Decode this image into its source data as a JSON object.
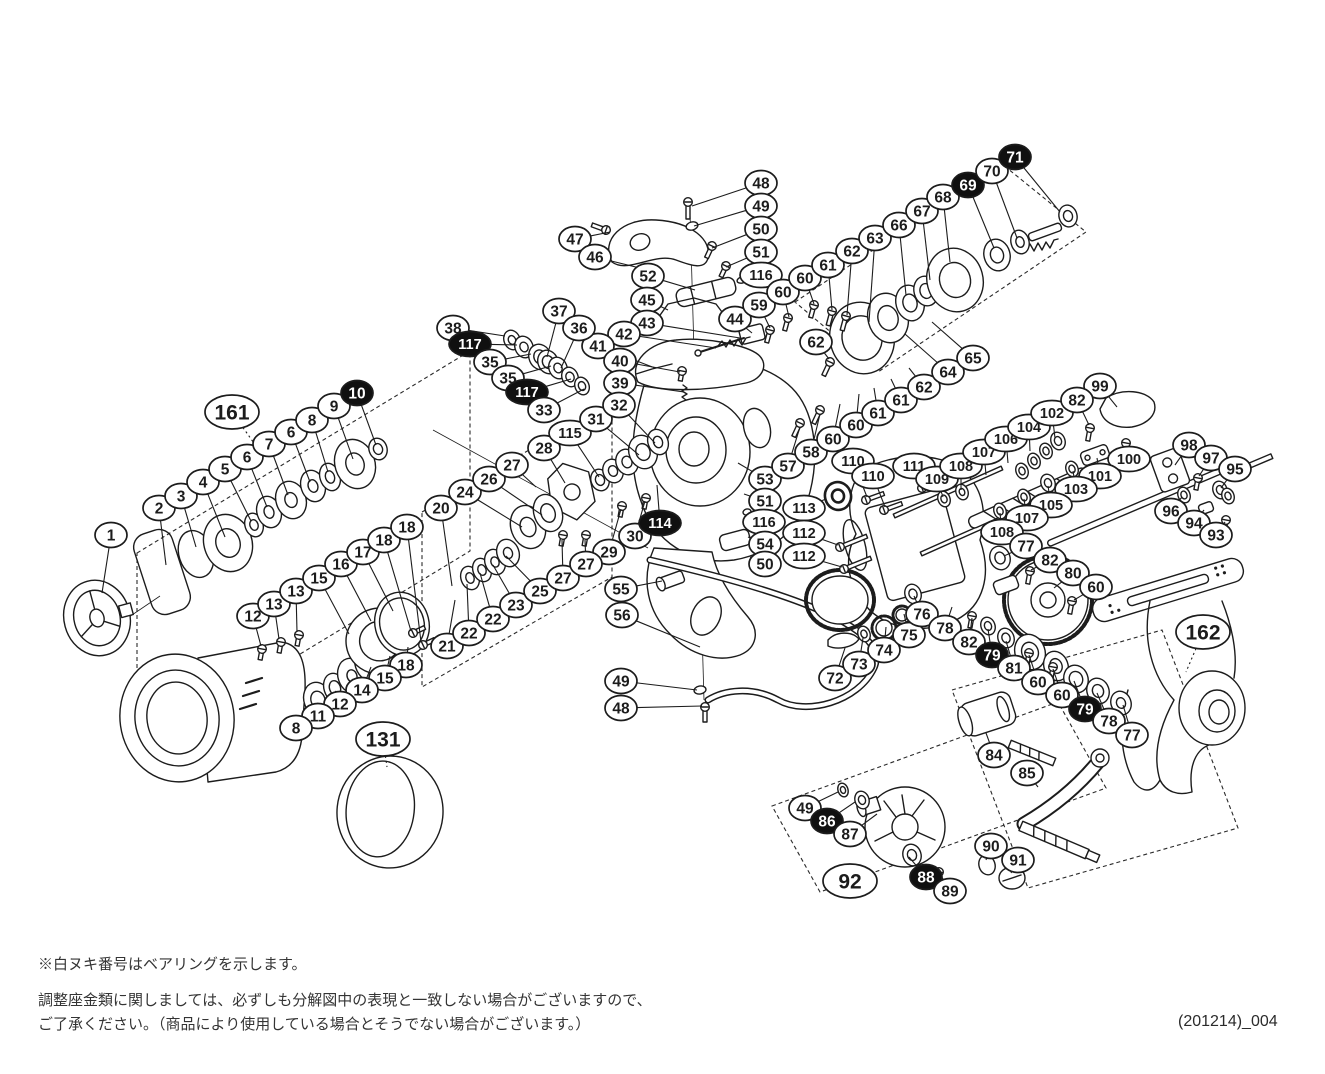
{
  "doc_code": "(201214)_004",
  "notes": {
    "line1": "※白ヌキ番号はベアリングを示します。",
    "line2": "調整座金類に関しましては、必ずしも分解図中の表現と一致しない場合がございますので、",
    "line3": "ご了承ください。（商品により使用している場合とそうでない場合がございます。）"
  },
  "legend": {
    "bearing_meaning": "白ヌキ番号（黒塗り楕円）はベアリング"
  },
  "colors": {
    "line": "#1c1c1c",
    "bearing_fill": "#101010",
    "callout_text": "#1c1c1c",
    "background": "#ffffff"
  },
  "callouts": [
    [
      "47",
      575,
      239,
      0,
      610,
      232
    ],
    [
      "46",
      595,
      257,
      0,
      640,
      268
    ],
    [
      "48",
      761,
      183,
      0,
      692,
      206
    ],
    [
      "49",
      761,
      206,
      0,
      694,
      226
    ],
    [
      "50",
      761,
      229,
      0,
      712,
      248
    ],
    [
      "51",
      761,
      252,
      0,
      726,
      267
    ],
    [
      "116",
      761,
      275,
      0,
      742,
      281
    ],
    [
      "52",
      648,
      276,
      0,
      695,
      290
    ],
    [
      "45",
      647,
      300,
      0,
      668,
      310
    ],
    [
      "43",
      647,
      323,
      0,
      740,
      338
    ],
    [
      "42",
      624,
      334,
      0,
      716,
      348
    ],
    [
      "41",
      598,
      346,
      0,
      655,
      368
    ],
    [
      "40",
      620,
      361,
      0,
      680,
      372
    ],
    [
      "39",
      620,
      383,
      0,
      684,
      392
    ],
    [
      "44",
      735,
      319,
      0,
      752,
      333
    ],
    [
      "59",
      759,
      305,
      0,
      770,
      328
    ],
    [
      "60",
      783,
      292,
      0,
      789,
      317
    ],
    [
      "60",
      805,
      278,
      0,
      814,
      304
    ],
    [
      "61",
      828,
      265,
      0,
      832,
      310
    ],
    [
      "62",
      852,
      251,
      0,
      847,
      315
    ],
    [
      "63",
      875,
      238,
      0,
      869,
      322
    ],
    [
      "66",
      899,
      225,
      0,
      906,
      295
    ],
    [
      "67",
      922,
      211,
      0,
      930,
      280
    ],
    [
      "68",
      943,
      197,
      0,
      950,
      262
    ],
    [
      "69",
      968,
      185,
      1,
      994,
      248
    ],
    [
      "70",
      992,
      171,
      0,
      1017,
      238
    ],
    [
      "71",
      1015,
      157,
      1,
      1060,
      212
    ],
    [
      "38",
      453,
      328,
      0,
      505,
      336
    ],
    [
      "117",
      470,
      344,
      1,
      517,
      345
    ],
    [
      "35",
      490,
      362,
      0,
      531,
      354
    ],
    [
      "35",
      508,
      378,
      0,
      551,
      366
    ],
    [
      "117",
      527,
      392,
      1,
      571,
      379
    ],
    [
      "33",
      544,
      410,
      0,
      584,
      389
    ],
    [
      "37",
      559,
      311,
      0,
      547,
      357
    ],
    [
      "36",
      579,
      328,
      0,
      561,
      368
    ],
    [
      "20",
      441,
      508,
      0,
      452,
      586
    ],
    [
      "24",
      465,
      492,
      0,
      522,
      527
    ],
    [
      "26",
      489,
      479,
      0,
      542,
      515
    ],
    [
      "27",
      512,
      465,
      0,
      536,
      487
    ],
    [
      "28",
      544,
      448,
      0,
      565,
      483
    ],
    [
      "115",
      570,
      433,
      0,
      599,
      477
    ],
    [
      "31",
      596,
      419,
      0,
      639,
      455
    ],
    [
      "32",
      619,
      405,
      0,
      655,
      443
    ],
    [
      "29",
      609,
      552,
      0,
      621,
      509
    ],
    [
      "30",
      635,
      536,
      0,
      645,
      501
    ],
    [
      "114",
      660,
      523,
      1,
      657,
      485
    ],
    [
      "21",
      447,
      646,
      0,
      455,
      600
    ],
    [
      "22",
      469,
      633,
      0,
      467,
      584
    ],
    [
      "22",
      493,
      619,
      0,
      480,
      573
    ],
    [
      "23",
      516,
      605,
      0,
      493,
      565
    ],
    [
      "25",
      540,
      591,
      0,
      506,
      556
    ],
    [
      "27",
      563,
      578,
      0,
      562,
      540
    ],
    [
      "27",
      586,
      564,
      0,
      585,
      540
    ],
    [
      "55",
      621,
      589,
      0,
      662,
      581
    ],
    [
      "56",
      622,
      615,
      0,
      700,
      647
    ],
    [
      "49",
      621,
      681,
      0,
      697,
      690
    ],
    [
      "48",
      621,
      708,
      0,
      702,
      706
    ],
    [
      "53",
      765,
      479,
      0,
      738,
      463
    ],
    [
      "51",
      765,
      501,
      0,
      744,
      494
    ],
    [
      "116",
      764,
      522,
      0,
      748,
      513
    ],
    [
      "54",
      765,
      544,
      0,
      748,
      537
    ],
    [
      "50",
      765,
      564,
      0,
      750,
      557
    ],
    [
      "57",
      788,
      466,
      0,
      800,
      427
    ],
    [
      "58",
      811,
      452,
      0,
      820,
      414
    ],
    [
      "60",
      833,
      439,
      0,
      840,
      404
    ],
    [
      "60",
      856,
      425,
      0,
      859,
      394
    ],
    [
      "61",
      878,
      413,
      0,
      874,
      388
    ],
    [
      "61",
      901,
      400,
      0,
      891,
      379
    ],
    [
      "62",
      924,
      387,
      0,
      909,
      368
    ],
    [
      "64",
      948,
      372,
      0,
      905,
      334
    ],
    [
      "65",
      973,
      358,
      0,
      932,
      322
    ],
    [
      "62",
      816,
      342,
      0,
      829,
      359
    ],
    [
      "161",
      232,
      412,
      2,
      256,
      446
    ],
    [
      "1",
      111,
      535,
      0,
      102,
      593
    ],
    [
      "2",
      159,
      508,
      0,
      166,
      565
    ],
    [
      "3",
      181,
      496,
      0,
      196,
      547
    ],
    [
      "4",
      203,
      482,
      0,
      225,
      537
    ],
    [
      "5",
      225,
      469,
      0,
      251,
      521
    ],
    [
      "6",
      247,
      457,
      0,
      267,
      507
    ],
    [
      "7",
      269,
      444,
      0,
      288,
      495
    ],
    [
      "6",
      291,
      432,
      0,
      310,
      482
    ],
    [
      "8",
      312,
      420,
      0,
      328,
      472
    ],
    [
      "9",
      334,
      406,
      0,
      353,
      459
    ],
    [
      "10",
      357,
      393,
      1,
      376,
      445
    ],
    [
      "12",
      253,
      616,
      0,
      261,
      646
    ],
    [
      "13",
      274,
      604,
      0,
      279,
      639
    ],
    [
      "13",
      296,
      591,
      0,
      297,
      632
    ],
    [
      "15",
      319,
      578,
      0,
      349,
      634
    ],
    [
      "16",
      341,
      564,
      0,
      371,
      621
    ],
    [
      "17",
      363,
      552,
      0,
      393,
      611
    ],
    [
      "18",
      384,
      540,
      0,
      411,
      631
    ],
    [
      "18",
      407,
      527,
      0,
      421,
      642
    ],
    [
      "18",
      406,
      665,
      0,
      408,
      647
    ],
    [
      "15",
      385,
      678,
      0,
      390,
      656
    ],
    [
      "14",
      362,
      690,
      0,
      371,
      667
    ],
    [
      "12",
      340,
      704,
      0,
      353,
      679
    ],
    [
      "11",
      318,
      716,
      0,
      336,
      691
    ],
    [
      "8",
      296,
      728,
      0,
      318,
      703
    ],
    [
      "131",
      383,
      739,
      2,
      387,
      767
    ],
    [
      "113",
      804,
      508,
      0,
      826,
      499
    ],
    [
      "112",
      804,
      533,
      0,
      838,
      545
    ],
    [
      "112",
      804,
      556,
      0,
      842,
      567
    ],
    [
      "110",
      853,
      461,
      0,
      867,
      497
    ],
    [
      "110",
      873,
      476,
      0,
      885,
      507
    ],
    [
      "111",
      914,
      466,
      0,
      921,
      487
    ],
    [
      "109",
      937,
      479,
      0,
      943,
      497
    ],
    [
      "108",
      961,
      466,
      0,
      961,
      490
    ],
    [
      "107",
      984,
      452,
      0,
      986,
      475
    ],
    [
      "106",
      1006,
      439,
      0,
      1008,
      463
    ],
    [
      "104",
      1029,
      427,
      0,
      1030,
      451
    ],
    [
      "102",
      1052,
      413,
      0,
      1055,
      438
    ],
    [
      "99",
      1100,
      386,
      0,
      1117,
      407
    ],
    [
      "82",
      1077,
      400,
      0,
      1089,
      425
    ],
    [
      "100",
      1129,
      459,
      0,
      1126,
      446
    ],
    [
      "101",
      1100,
      476,
      0,
      1097,
      458
    ],
    [
      "103",
      1076,
      489,
      0,
      1073,
      471
    ],
    [
      "105",
      1051,
      505,
      0,
      1048,
      486
    ],
    [
      "107",
      1027,
      518,
      0,
      1024,
      499
    ],
    [
      "108",
      1002,
      532,
      0,
      1000,
      513
    ],
    [
      "98",
      1189,
      445,
      0,
      1175,
      465
    ],
    [
      "97",
      1211,
      458,
      0,
      1199,
      476
    ],
    [
      "95",
      1235,
      469,
      0,
      1221,
      488
    ],
    [
      "96",
      1171,
      511,
      0,
      1182,
      497
    ],
    [
      "94",
      1194,
      523,
      0,
      1204,
      510
    ],
    [
      "93",
      1216,
      535,
      0,
      1225,
      522
    ],
    [
      "77",
      1026,
      546,
      0,
      1004,
      556
    ],
    [
      "82",
      1050,
      560,
      0,
      1031,
      570
    ],
    [
      "80",
      1073,
      573,
      0,
      1054,
      588
    ],
    [
      "60",
      1096,
      587,
      0,
      1074,
      600
    ],
    [
      "72",
      835,
      678,
      0,
      845,
      648
    ],
    [
      "73",
      859,
      664,
      0,
      863,
      638
    ],
    [
      "74",
      884,
      650,
      0,
      886,
      627
    ],
    [
      "75",
      909,
      635,
      0,
      904,
      614
    ],
    [
      "76",
      922,
      614,
      0,
      914,
      596
    ],
    [
      "78",
      945,
      628,
      0,
      952,
      607
    ],
    [
      "82",
      969,
      642,
      0,
      972,
      618
    ],
    [
      "79",
      992,
      655,
      1,
      988,
      629
    ],
    [
      "81",
      1014,
      668,
      0,
      1006,
      641
    ],
    [
      "60",
      1038,
      682,
      0,
      1029,
      655
    ],
    [
      "60",
      1062,
      695,
      0,
      1053,
      669
    ],
    [
      "79",
      1085,
      709,
      1,
      1074,
      681
    ],
    [
      "78",
      1109,
      721,
      0,
      1097,
      693
    ],
    [
      "77",
      1132,
      735,
      0,
      1123,
      705
    ],
    [
      "162",
      1203,
      632,
      2,
      1186,
      672
    ],
    [
      "84",
      994,
      755,
      0,
      986,
      733
    ],
    [
      "85",
      1027,
      773,
      0,
      1038,
      787
    ],
    [
      "49",
      805,
      808,
      0,
      838,
      792
    ],
    [
      "86",
      827,
      821,
      1,
      855,
      802
    ],
    [
      "87",
      850,
      834,
      0,
      877,
      814
    ],
    [
      "92",
      850,
      881,
      2,
      0,
      0
    ],
    [
      "88",
      926,
      877,
      1,
      909,
      857
    ],
    [
      "89",
      950,
      891,
      0,
      940,
      874
    ],
    [
      "90",
      991,
      846,
      0,
      986,
      860
    ],
    [
      "91",
      1018,
      860,
      0,
      1011,
      873
    ]
  ]
}
